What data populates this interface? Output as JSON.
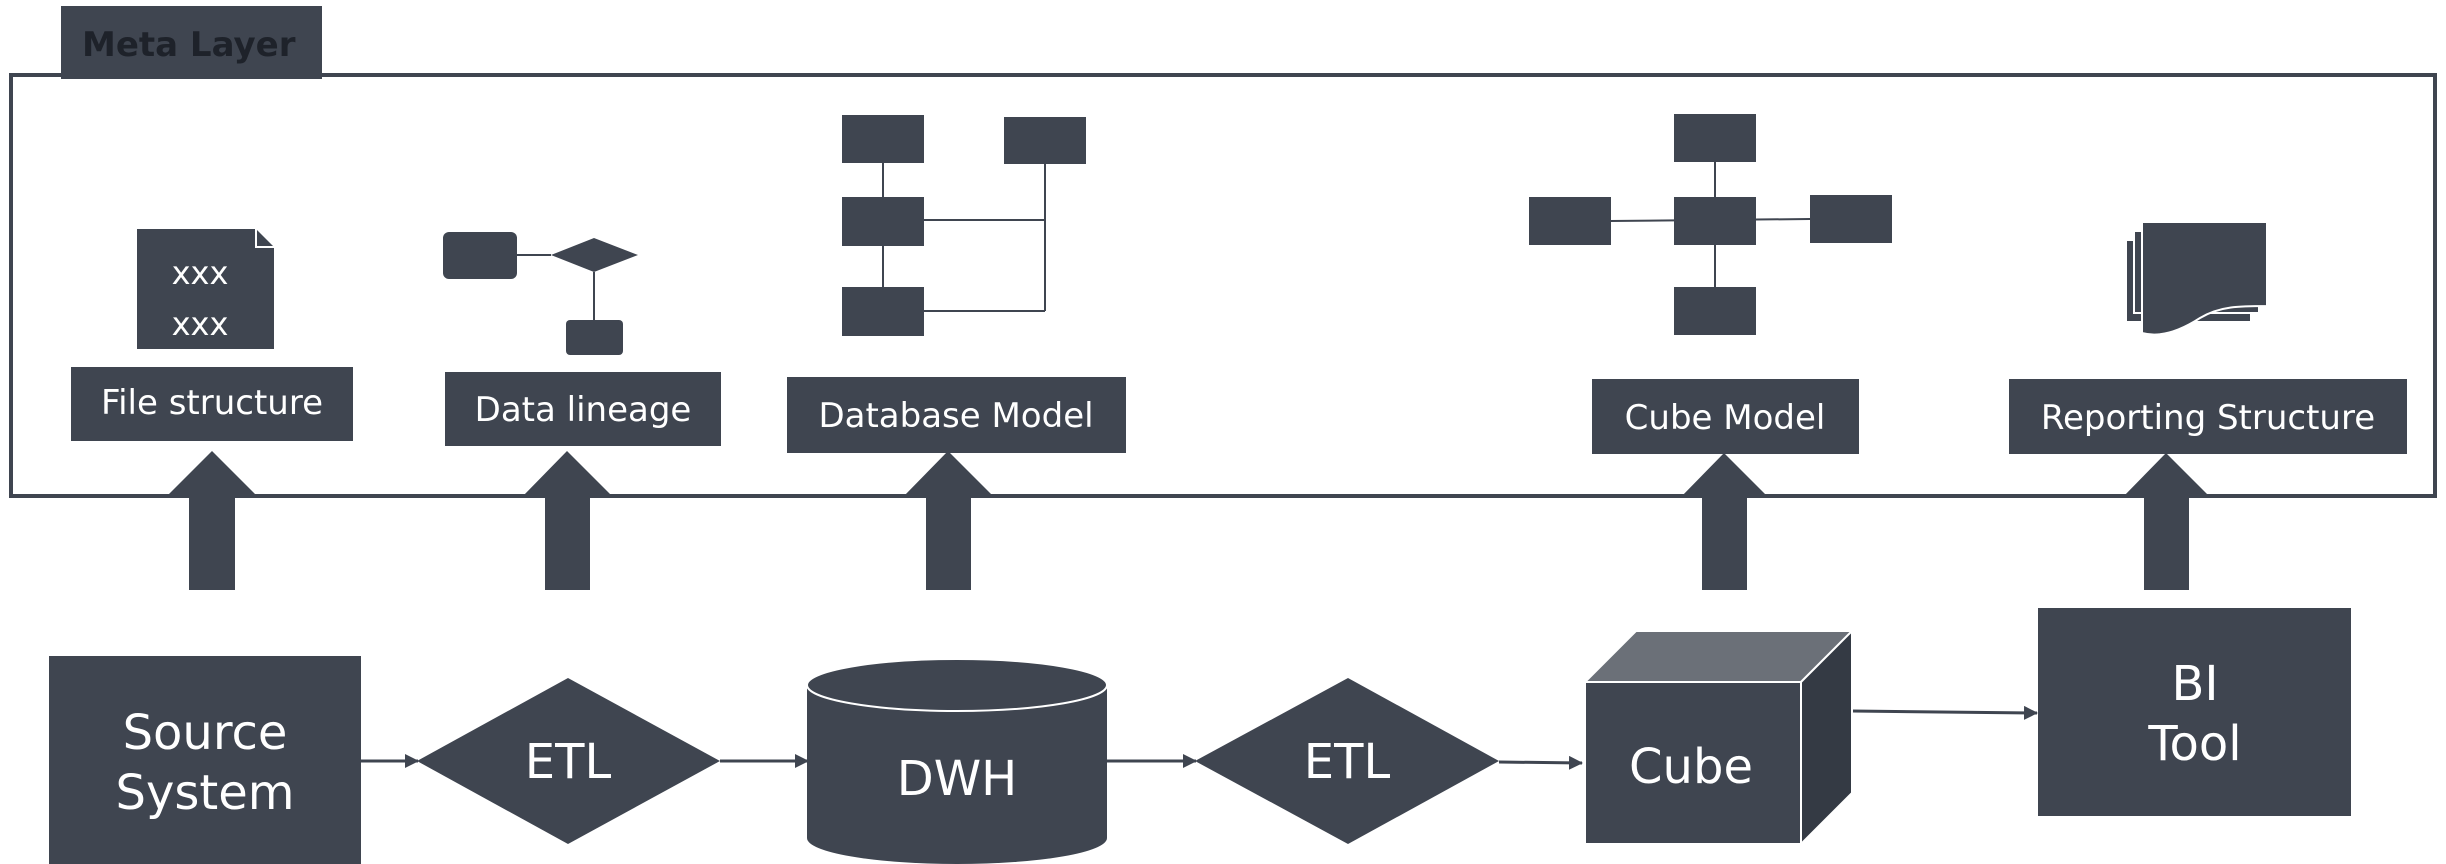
{
  "meta_layer": {
    "title": "Meta Layer",
    "items": [
      {
        "label": "File structure",
        "icon": "file-icon",
        "icon_text": [
          "xxx",
          "xxx"
        ]
      },
      {
        "label": "Data lineage",
        "icon": "flowchart-icon"
      },
      {
        "label": "Database Model",
        "icon": "database-model-icon"
      },
      {
        "label": "Cube Model",
        "icon": "cube-model-icon"
      },
      {
        "label": "Reporting Structure",
        "icon": "documents-icon"
      }
    ]
  },
  "flow": {
    "nodes": [
      {
        "id": "source",
        "label_lines": [
          "Source",
          "System"
        ],
        "shape": "rectangle"
      },
      {
        "id": "etl1",
        "label": "ETL",
        "shape": "diamond"
      },
      {
        "id": "dwh",
        "label": "DWH",
        "shape": "cylinder"
      },
      {
        "id": "etl2",
        "label": "ETL",
        "shape": "diamond"
      },
      {
        "id": "cube",
        "label": "Cube",
        "shape": "cube"
      },
      {
        "id": "bi",
        "label_lines": [
          "BI",
          "Tool"
        ],
        "shape": "rectangle"
      }
    ]
  },
  "colors": {
    "shape_fill": "#3f4550",
    "cube_top": "#6b7078",
    "cube_side": "#343a44",
    "text_light": "#ffffff",
    "title_text": "#1e222a",
    "line": "#3f4550"
  }
}
